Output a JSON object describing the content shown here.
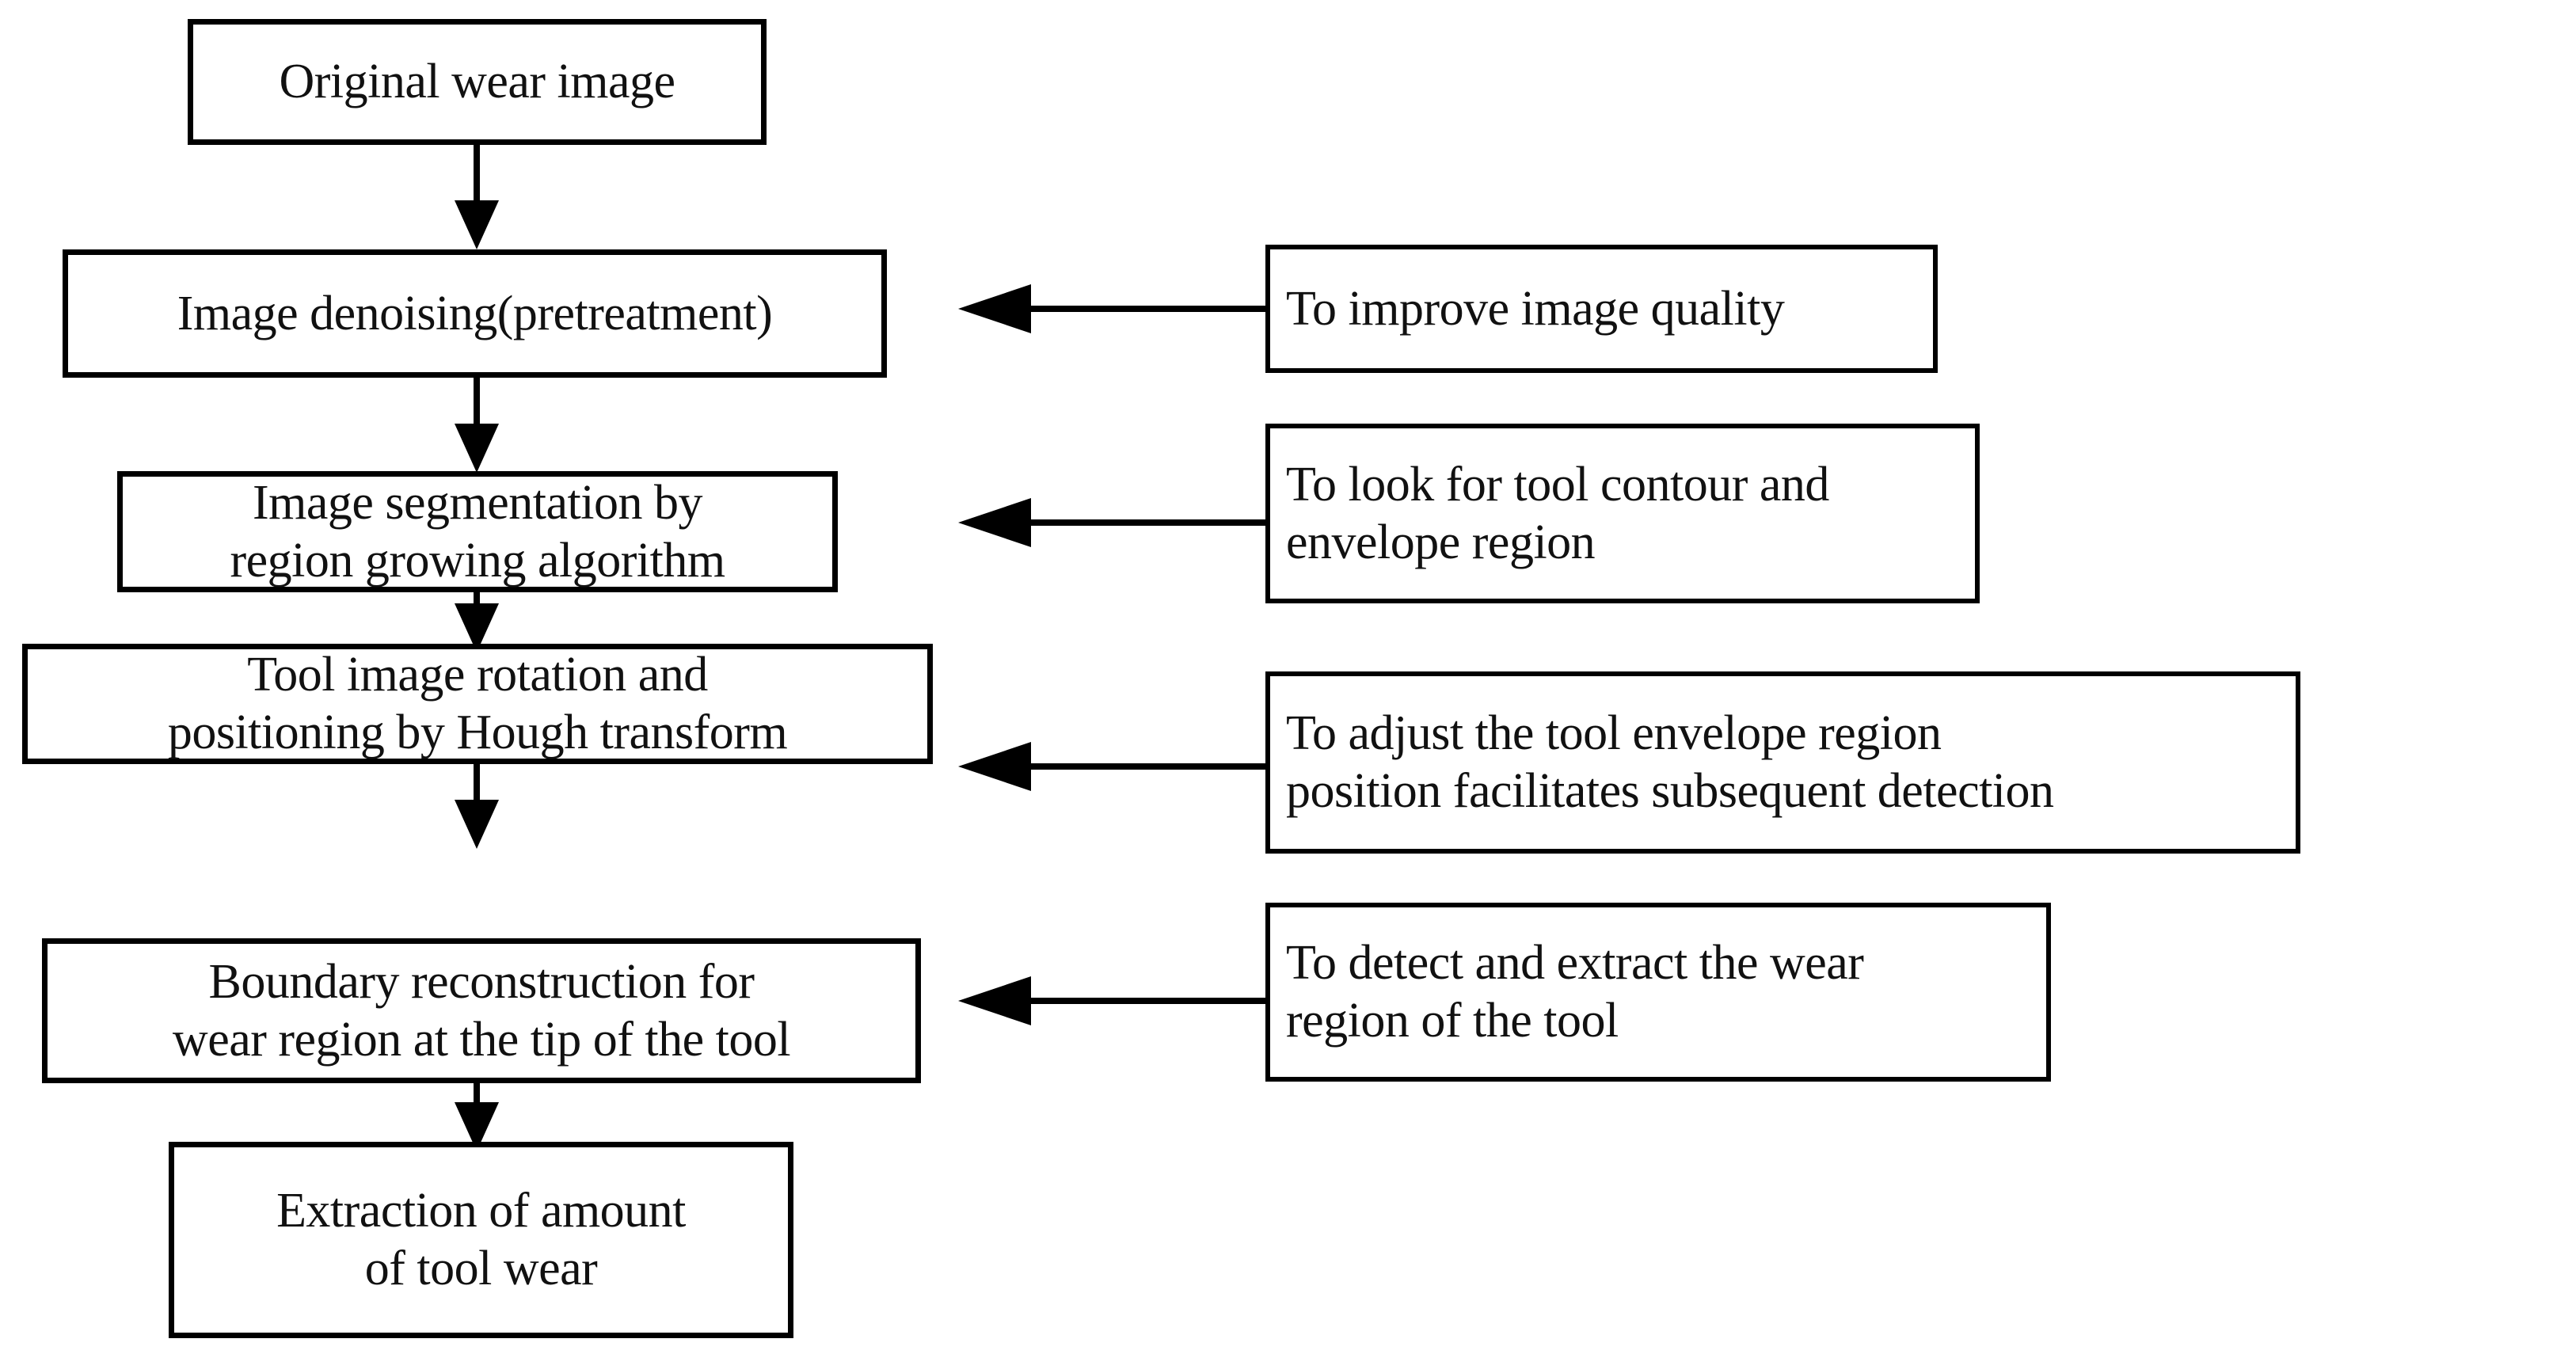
{
  "diagram": {
    "title": "Tool wear image processing flowchart",
    "colors": {
      "stroke": "#000000",
      "fill": "#ffffff",
      "text": "#111111"
    },
    "flow_nodes": [
      {
        "id": "original-wear-image",
        "label": "Original wear image"
      },
      {
        "id": "image-denoising",
        "label": "Image denoising(pretreatment)"
      },
      {
        "id": "image-segmentation",
        "label": "Image segmentation by\nregion growing algorithm"
      },
      {
        "id": "tool-image-rotation",
        "label": "Tool image rotation and\npositioning by Hough transform"
      },
      {
        "id": "boundary-reconstruction",
        "label": "Boundary reconstruction for\nwear region at the tip of the tool"
      },
      {
        "id": "extraction-of-amount",
        "label": "Extraction of amount\nof tool wear"
      }
    ],
    "note_nodes": [
      {
        "id": "note-improve-quality",
        "label": "To improve image quality",
        "targets": "image-denoising"
      },
      {
        "id": "note-tool-contour",
        "label": "To look for tool contour and\nenvelope  region",
        "targets": "image-segmentation"
      },
      {
        "id": "note-adjust-envelope",
        "label": "To adjust the tool envelope region\nposition facilitates subsequent detection",
        "targets": "tool-image-rotation"
      },
      {
        "id": "note-detect-wear",
        "label": "To detect and extract the wear\nregion of the tool",
        "targets": "boundary-reconstruction"
      }
    ],
    "connectors": [
      {
        "id": "conn-1",
        "from": "original-wear-image",
        "to": "image-denoising",
        "direction": "down"
      },
      {
        "id": "conn-2",
        "from": "image-denoising",
        "to": "image-segmentation",
        "direction": "down"
      },
      {
        "id": "conn-3",
        "from": "image-segmentation",
        "to": "tool-image-rotation",
        "direction": "down"
      },
      {
        "id": "conn-4",
        "from": "tool-image-rotation",
        "to": "boundary-reconstruction",
        "direction": "down"
      },
      {
        "id": "conn-5",
        "from": "boundary-reconstruction",
        "to": "extraction-of-amount",
        "direction": "down"
      },
      {
        "id": "conn-note-1",
        "from": "note-improve-quality",
        "to": "image-denoising",
        "direction": "left"
      },
      {
        "id": "conn-note-2",
        "from": "note-tool-contour",
        "to": "image-segmentation",
        "direction": "left"
      },
      {
        "id": "conn-note-3",
        "from": "note-adjust-envelope",
        "to": "tool-image-rotation",
        "direction": "left"
      },
      {
        "id": "conn-note-4",
        "from": "note-detect-wear",
        "to": "boundary-reconstruction",
        "direction": "left"
      }
    ]
  }
}
